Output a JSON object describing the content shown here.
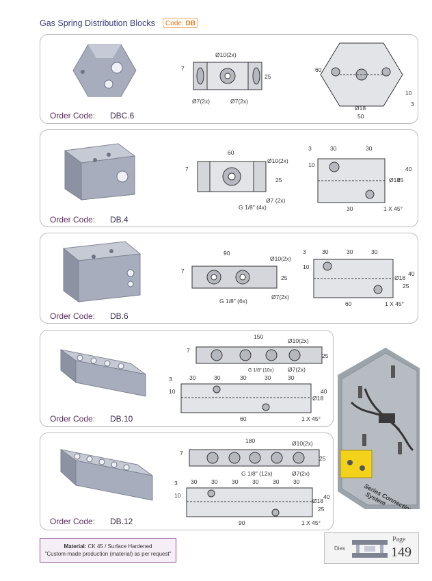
{
  "header": {
    "title": "Gas Spring Distribution Blocks",
    "code_prefix": "Code:",
    "code_value": "DB"
  },
  "order_label": "Order Code:",
  "products": [
    {
      "code": "DBC.6",
      "dims": [
        "Ø10(2x)",
        "7",
        "25",
        "Ø7(2x)",
        "Ø7(2x)",
        "60",
        "10",
        "3",
        "Ø18",
        "50"
      ]
    },
    {
      "code": "DB.4",
      "dims": [
        "60",
        "Ø10(2x)",
        "7",
        "25",
        "Ø7 (2x)",
        "G 1/8\" (4x)",
        "3",
        "30",
        "30",
        "10",
        "Ø18",
        "25",
        "40",
        "30",
        "1 X 45°"
      ]
    },
    {
      "code": "DB.6",
      "dims": [
        "90",
        "Ø10(2x)",
        "7",
        "25",
        "Ø7(2x)",
        "G 1/8\" (6x)",
        "3",
        "30",
        "30",
        "30",
        "10",
        "Ø18",
        "25",
        "40",
        "60",
        "1 X 45°"
      ]
    },
    {
      "code": "DB.10",
      "dims": [
        "150",
        "Ø10(2x)",
        "7",
        "25",
        "G 1/8\" (10x)",
        "Ø7(2x)",
        "3",
        "30",
        "30",
        "30",
        "30",
        "30",
        "10",
        "Ø18",
        "40",
        "60",
        "1 X 45°"
      ]
    },
    {
      "code": "DB.12",
      "dims": [
        "180",
        "Ø10(2x)",
        "7",
        "25",
        "G 1/8\" (12x)",
        "Ø7(2x)",
        "3",
        "30",
        "30",
        "30",
        "30",
        "30",
        "30",
        "10",
        "Ø18",
        "25",
        "40",
        "90",
        "1 X 45°"
      ]
    }
  ],
  "photo": {
    "caption_line1": "Series Connection",
    "caption_line2": "System"
  },
  "footer": {
    "material_label": "Material:",
    "material_value": "CK 45  /  Surface Hardened",
    "custom_note": "\"Custom-made production (material) as per request\"",
    "section": "Dies",
    "page_label": "Page",
    "page_number": "149"
  },
  "colors": {
    "title": "#3a3a7a",
    "accent": "#e07b1a",
    "order_label": "#5a2a5a",
    "material_border": "#8a4d8a",
    "panel_border": "#bdbdbd",
    "block_grey": "#9aa0ad"
  }
}
